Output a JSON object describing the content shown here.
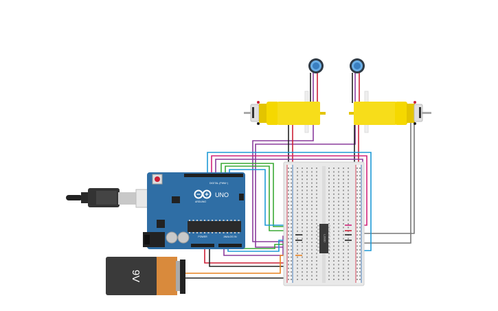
{
  "arduino": {
    "model": "UNO",
    "brand": "ARDUINO",
    "digital_label": "DIGITAL (PWM~)",
    "power_label": "POWER",
    "analog_label": "ANALOG IN"
  },
  "battery": {
    "label": "9V"
  },
  "chip": {
    "label": "L293D"
  },
  "colors": {
    "board": "#2f6ea5",
    "breadboard": "#e9e9e9",
    "motor": "#f5d800",
    "wire_blue": "#1e9ad6",
    "wire_red": "#cc1f36",
    "wire_purple": "#8a3b9c",
    "wire_green": "#3aaa35",
    "wire_gray": "#777777",
    "wire_orange": "#e7811f",
    "wire_black": "#222222",
    "wire_magenta": "#d0227a",
    "pot": "#2a7fc0"
  }
}
